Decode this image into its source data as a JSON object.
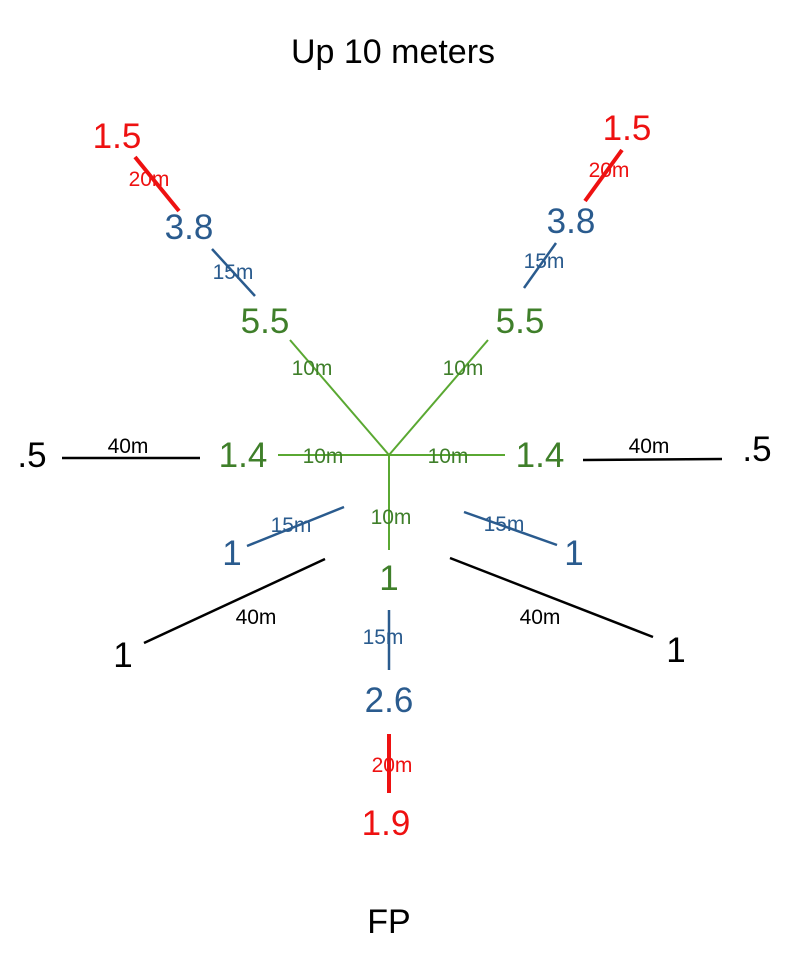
{
  "title": "Up 10 meters",
  "footer": "FP",
  "colors": {
    "green": "#5aa832",
    "green_text": "#3f7f2a",
    "blue": "#2a5b8e",
    "red": "#ee1111",
    "black": "#000000"
  },
  "center": {
    "distances": {
      "upper_left": "10m",
      "upper_right": "10m",
      "left": "10m",
      "right": "10m",
      "down": "10m"
    }
  },
  "readings": {
    "upper_left": {
      "green": "5.5",
      "blue": "3.8",
      "red": "1.5"
    },
    "upper_right": {
      "green": "5.5",
      "blue": "3.8",
      "red": "1.5"
    },
    "left": {
      "green": "1.4",
      "black": ".5"
    },
    "right": {
      "green": "1.4",
      "black": ".5"
    },
    "down": {
      "green": "1",
      "blue": "2.6",
      "red": "1.9"
    },
    "lower_left": {
      "blue": "1",
      "black": "1"
    },
    "lower_right": {
      "blue": "1",
      "black": "1"
    }
  },
  "segments": {
    "upper_left_15": "15m",
    "upper_left_20": "20m",
    "upper_right_15": "15m",
    "upper_right_20": "20m",
    "left_40": "40m",
    "right_40": "40m",
    "lower_left_15": "15m",
    "lower_left_40": "40m",
    "lower_right_15": "15m",
    "lower_right_40": "40m",
    "down_15": "15m",
    "down_20": "20m"
  }
}
